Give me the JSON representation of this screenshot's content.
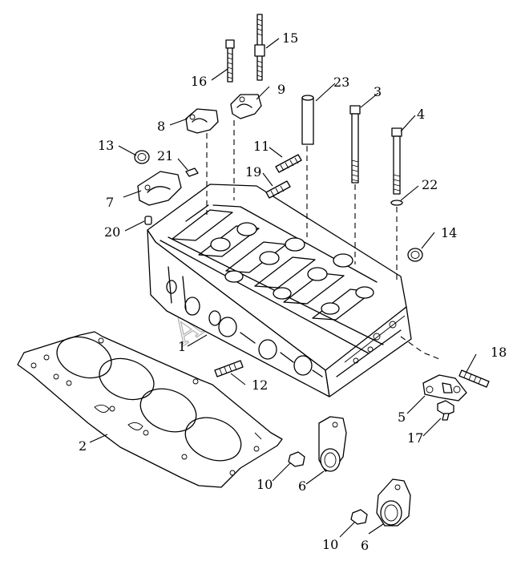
{
  "watermark": "AutoSoft",
  "callouts": [
    {
      "id": "c1",
      "label": "1"
    },
    {
      "id": "c2",
      "label": "2"
    },
    {
      "id": "c3",
      "label": "3"
    },
    {
      "id": "c4",
      "label": "4"
    },
    {
      "id": "c5",
      "label": "5"
    },
    {
      "id": "c6a",
      "label": "6"
    },
    {
      "id": "c6b",
      "label": "6"
    },
    {
      "id": "c7",
      "label": "7"
    },
    {
      "id": "c8",
      "label": "8"
    },
    {
      "id": "c9",
      "label": "9"
    },
    {
      "id": "c10a",
      "label": "10"
    },
    {
      "id": "c10b",
      "label": "10"
    },
    {
      "id": "c11",
      "label": "11"
    },
    {
      "id": "c12",
      "label": "12"
    },
    {
      "id": "c13",
      "label": "13"
    },
    {
      "id": "c14",
      "label": "14"
    },
    {
      "id": "c15",
      "label": "15"
    },
    {
      "id": "c16",
      "label": "16"
    },
    {
      "id": "c17",
      "label": "17"
    },
    {
      "id": "c18",
      "label": "18"
    },
    {
      "id": "c19",
      "label": "19"
    },
    {
      "id": "c20",
      "label": "20"
    },
    {
      "id": "c21",
      "label": "21"
    },
    {
      "id": "c22",
      "label": "22"
    },
    {
      "id": "c23",
      "label": "23"
    }
  ]
}
